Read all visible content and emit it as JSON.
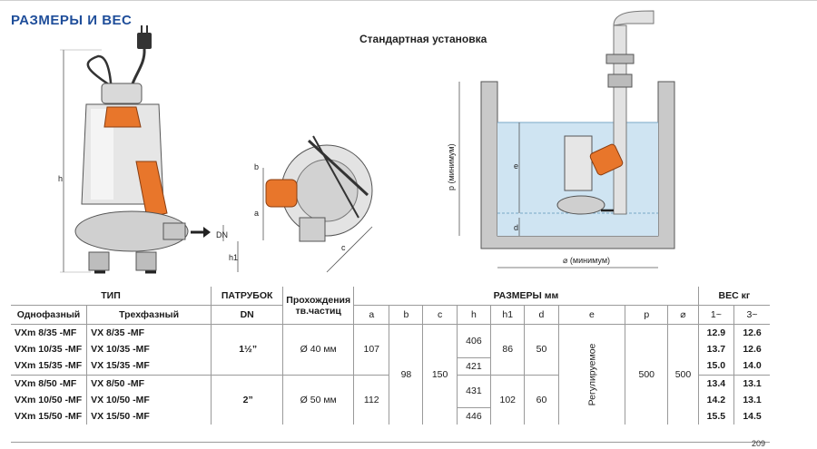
{
  "title": "РАЗМЕРЫ И ВЕС",
  "subtitle": "Стандартная установка",
  "figure_labels": {
    "h": "h",
    "h1": "h1",
    "dn": "DN",
    "a": "a",
    "b": "b",
    "c": "c",
    "p": "p (минимум)",
    "e": "e",
    "d": "d",
    "width": "⌀ (минимум)"
  },
  "table": {
    "headers": {
      "tip": "ТИП",
      "patrubok": "ПАТРУБОК",
      "prohod": "Прохождения тв.частиц",
      "sizes": "РАЗМЕРЫ  мм",
      "weight": "ВЕС  кг",
      "single": "Однофазный",
      "three": "Трехфазный",
      "dn": "DN",
      "a": "a",
      "b": "b",
      "c": "c",
      "h": "h",
      "h1": "h1",
      "d": "d",
      "e": "e",
      "p": "p",
      "diam": "⌀",
      "w1": "1~",
      "w3": "3~"
    },
    "rows": [
      {
        "single": "VXm 8/35  -MF",
        "three": "VX 8/35  -MF",
        "h": "406",
        "w1": "12.9",
        "w3": "12.6"
      },
      {
        "single": "VXm 10/35 -MF",
        "three": "VX 10/35 -MF",
        "w1": "13.7",
        "w3": "12.6"
      },
      {
        "single": "VXm 15/35 -MF",
        "three": "VX 15/35 -MF",
        "h": "421",
        "w1": "15.0",
        "w3": "14.0"
      },
      {
        "single": "VXm 8/50  -MF",
        "three": "VX 8/50  -MF",
        "w1": "13.4",
        "w3": "13.1"
      },
      {
        "single": "VXm 10/50 -MF",
        "three": "VX 10/50 -MF",
        "h": "431",
        "w1": "14.2",
        "w3": "13.1"
      },
      {
        "single": "VXm 15/50 -MF",
        "three": "VX 15/50 -MF",
        "h": "446",
        "w1": "15.5",
        "w3": "14.5"
      }
    ],
    "group1": {
      "dn": "1½”",
      "prohod": "Ø 40 мм",
      "a": "107",
      "h1": "86",
      "d": "50"
    },
    "group2": {
      "dn": "2”",
      "prohod": "Ø 50 мм",
      "a": "112",
      "h1": "102",
      "d": "60"
    },
    "shared": {
      "b": "98",
      "c": "150",
      "e": "Регулируемое",
      "p": "500",
      "diam": "500"
    }
  },
  "page_number": "209",
  "colors": {
    "title": "#1f4e9a",
    "pump_orange": "#e8762b",
    "water": "#cfe4f2"
  }
}
